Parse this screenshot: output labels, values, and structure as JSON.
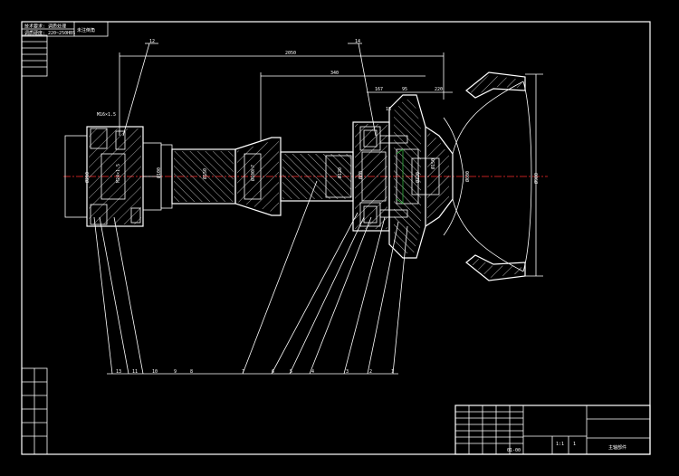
{
  "header_block": {
    "line1": "技术要求: 调质处理",
    "line2": "调质硬度: 220~250HBS",
    "note": "未注倒角"
  },
  "dimensions": {
    "d_2050": "2050",
    "d_340": "340",
    "d_167": "167",
    "d_95": "95",
    "d_220": "220",
    "d_left_a": "Ø210",
    "d_left_b": "M24×1.5",
    "d_mid": "Ø100",
    "d_shaft1": "Ø150",
    "d_shaft2": "Ø100h7",
    "d_hub1": "Ø120",
    "d_hub2": "Ø80",
    "d_hub3": "Ø220",
    "d_hub4": "Ø150",
    "d_wheel": "Ø600",
    "d_big": "Ø980",
    "left_small": "M16×1.5"
  },
  "leaders": {
    "top_12": "12",
    "top_14": "14",
    "item_15": "15"
  },
  "parts": [
    "13",
    "11",
    "10",
    "9",
    "8",
    "7",
    "6",
    "5",
    "4",
    "3",
    "2",
    "1"
  ],
  "title_block": {
    "scale": "1:1",
    "sheet": "1",
    "drawing_no": "01-00",
    "title": "主轴部件"
  }
}
